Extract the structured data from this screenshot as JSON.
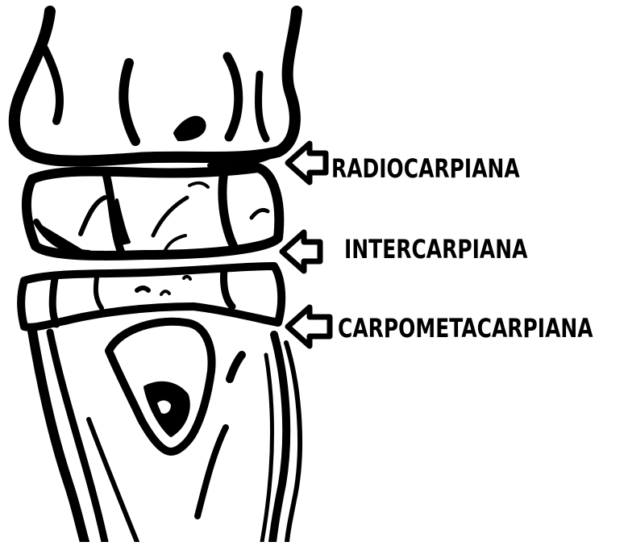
{
  "labels": {
    "radiocarpal": "RADIOCARPIANA",
    "intercarpal": "INTERCARPIANA",
    "carpometacarpal": "CARPOMETACARPIANA"
  },
  "colors": {
    "ink": "#000000",
    "paper": "#ffffff"
  }
}
